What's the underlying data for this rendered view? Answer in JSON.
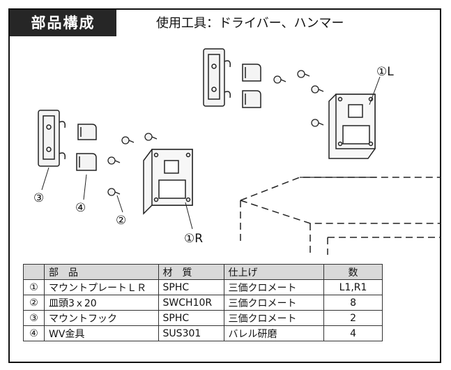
{
  "header": {
    "title": "部品構成",
    "tools": "使用工具：ドライバー、ハンマー"
  },
  "diagram_labels": {
    "plate_left": "①L",
    "plate_right": "①R",
    "screw": "②",
    "hook": "③",
    "bracket": "④"
  },
  "table": {
    "headers": [
      "",
      "部　品",
      "材　質",
      "仕上げ",
      "数"
    ],
    "rows": [
      [
        "①",
        "マウントプレートＬＲ",
        "SPHC",
        "三価クロメート",
        "L1,R1"
      ],
      [
        "②",
        "皿頭3ｘ20",
        "SWCH10R",
        "三価クロメート",
        "8"
      ],
      [
        "③",
        "マウントフック",
        "SPHC",
        "三価クロメート",
        "2"
      ],
      [
        "④",
        "WV金具",
        "SUS301",
        "バレル研磨",
        "4"
      ]
    ]
  }
}
